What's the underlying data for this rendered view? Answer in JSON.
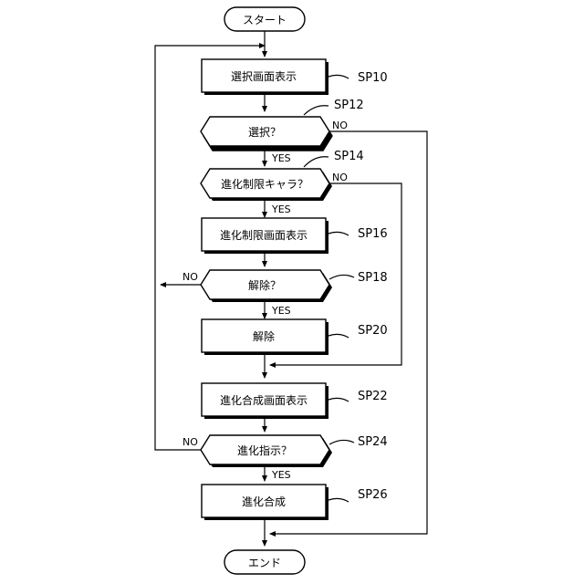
{
  "start": "スタート",
  "end": "エンド",
  "steps": {
    "sp10": {
      "id": "SP10",
      "text": "選択画面表示"
    },
    "sp12": {
      "id": "SP12",
      "text": "選択？"
    },
    "sp14": {
      "id": "SP14",
      "text": "進化制限キャラ？"
    },
    "sp16": {
      "id": "SP16",
      "text": "進化制限画面表示"
    },
    "sp18": {
      "id": "SP18",
      "text": "解除？"
    },
    "sp20": {
      "id": "SP20",
      "text": "解除"
    },
    "sp22": {
      "id": "SP22",
      "text": "進化合成画面表示"
    },
    "sp24": {
      "id": "SP24",
      "text": "進化指示？"
    },
    "sp26": {
      "id": "SP26",
      "text": "進化合成"
    }
  },
  "branches": {
    "yes": "YES",
    "no": "NO"
  }
}
